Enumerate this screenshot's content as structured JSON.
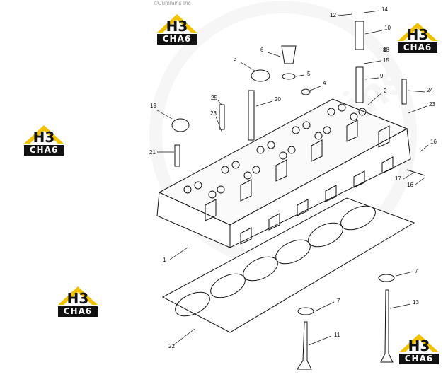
{
  "copyright": "©Cummins Inc",
  "watermark_text": "Cummins",
  "logo": {
    "mark": "H3",
    "word": "CHA6",
    "colors": {
      "gold": "#f2c200",
      "black": "#111111"
    }
  },
  "callouts": [
    "1",
    "2",
    "3",
    "4",
    "5",
    "6",
    "7",
    "7",
    "8",
    "9",
    "10",
    "11",
    "12",
    "13",
    "14",
    "15",
    "16",
    "16",
    "17",
    "18",
    "19",
    "20",
    "21",
    "22",
    "23",
    "23",
    "24",
    "25"
  ]
}
